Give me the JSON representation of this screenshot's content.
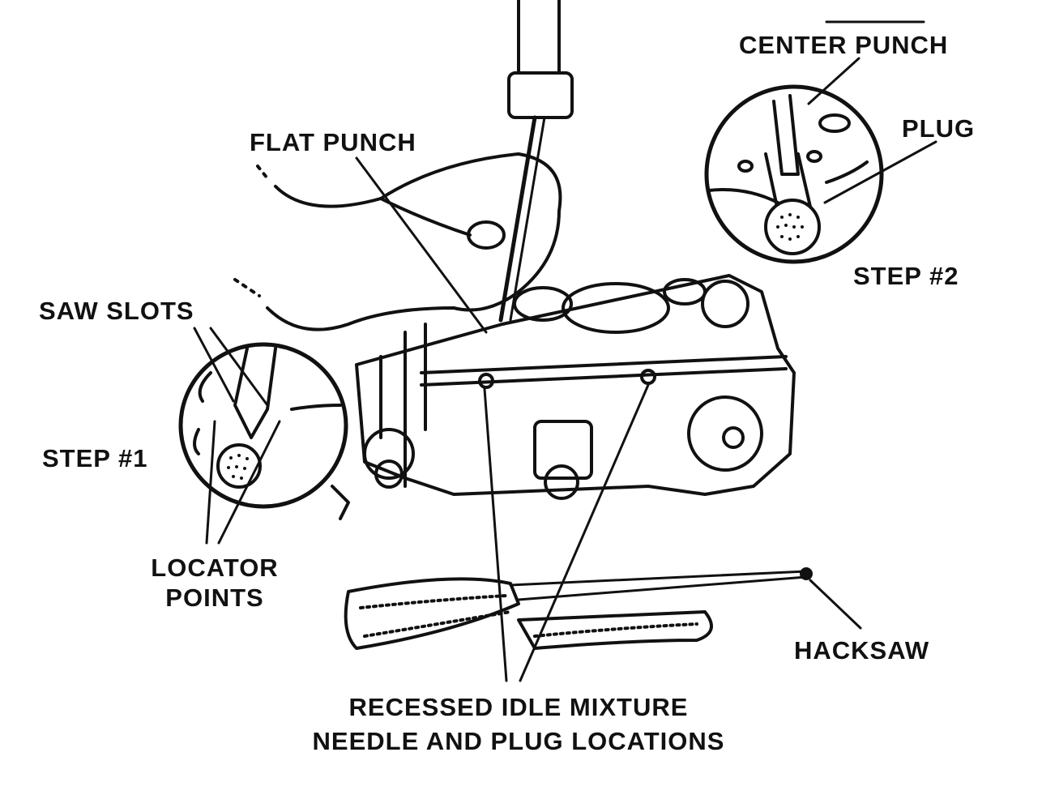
{
  "figure": {
    "labels": {
      "flat_punch": "FLAT PUNCH",
      "center_punch": "CENTER PUNCH",
      "plug": "PLUG",
      "step2": "STEP #2",
      "saw_slots": "SAW SLOTS",
      "step1": "STEP #1",
      "locator_points": [
        "LOCATOR",
        "POINTS"
      ],
      "hacksaw": "HACKSAW",
      "caption": [
        "RECESSED IDLE MIXTURE",
        "NEEDLE AND PLUG LOCATIONS"
      ]
    },
    "colors": {
      "ink": "#111111",
      "paper": "#ffffff"
    }
  }
}
